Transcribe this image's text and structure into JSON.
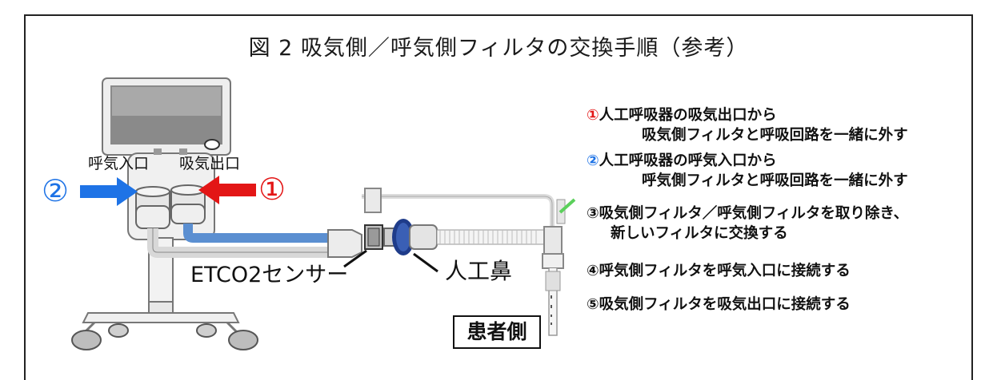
{
  "figure": {
    "title": "図 2  吸気側／呼気側フィルタの交換手順（参考）"
  },
  "diagram": {
    "exhale_inlet_label": "呼気入口",
    "inhale_outlet_label": "吸気出口",
    "marker_2": "②",
    "marker_1": "①",
    "etco2_label": "ETCO2センサー",
    "hme_label": "人工鼻",
    "patient_side_label": "患者側",
    "colors": {
      "red": "#e31616",
      "blue": "#1e73e6",
      "tube_blue": "#5b8fd1",
      "hme_navy": "#1f3c8a"
    }
  },
  "steps": [
    {
      "num": "①",
      "line1": "人工呼吸器の吸気出口から",
      "line2": "吸気側フィルタと呼吸回路を一緒に外す"
    },
    {
      "num": "②",
      "line1": "人工呼吸器の呼気入口から",
      "line2": "呼気側フィルタと呼吸回路を一緒に外す"
    },
    {
      "num": "③",
      "line1": "吸気側フィルタ／呼気側フィルタを取り除き、",
      "line2": "新しいフィルタに交換する"
    },
    {
      "num": "④",
      "line1": "呼気側フィルタを呼気入口に接続する"
    },
    {
      "num": "⑤",
      "line1": "吸気側フィルタを吸気出口に接続する"
    }
  ]
}
